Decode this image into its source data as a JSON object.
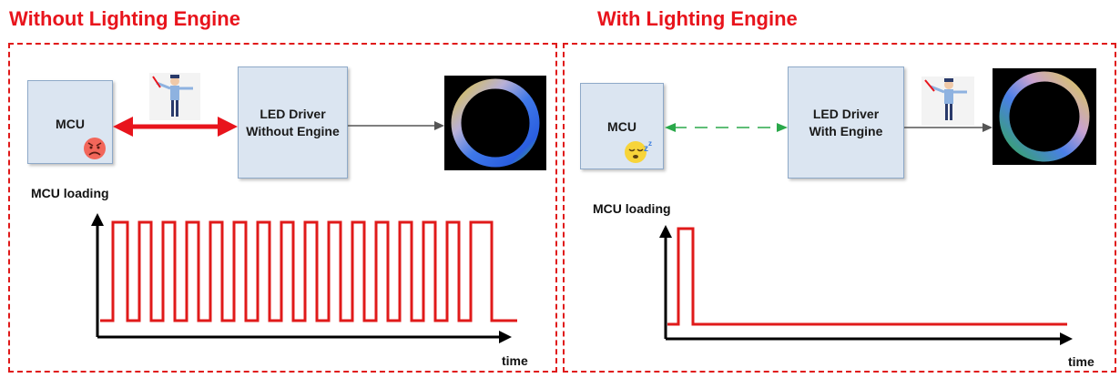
{
  "left": {
    "title": "Without Lighting Engine",
    "mcu_label": "MCU",
    "driver_label_line1": "LED Driver",
    "driver_label_line2": "Without Engine",
    "loading_label": "MCU loading",
    "time_label": "time",
    "mcu_state_icon": "angry-face-icon",
    "link_style": "solid-bidirectional-red"
  },
  "right": {
    "title": "With Lighting Engine",
    "mcu_label": "MCU",
    "driver_label_line1": "LED Driver",
    "driver_label_line2": "With Engine",
    "loading_label": "MCU loading",
    "time_label": "time",
    "mcu_state_icon": "sleeping-face-icon",
    "link_style": "dashed-bidirectional-green"
  },
  "colors": {
    "accent_red": "#e8141c",
    "box_fill": "#dbe5f1",
    "link_green": "#2aa84a",
    "signal_red": "#e01a1a"
  }
}
